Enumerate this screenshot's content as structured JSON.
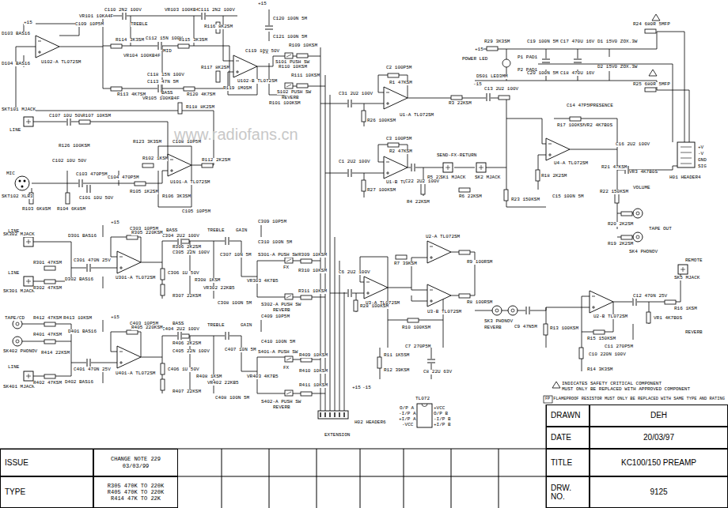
{
  "diagram": {
    "nodes": [
      {
        "text": [
          "DRAWN"
        ]
      },
      {
        "text": [
          "DEH"
        ]
      },
      {
        "text": [
          "DATE"
        ]
      },
      {
        "text": [
          "20/03/97"
        ]
      },
      {
        "text": [
          "ISSUE"
        ]
      },
      {
        "text": [
          "CHANGE NOTE 229 03/03/99"
        ]
      },
      {
        "text": [
          "TITLE"
        ]
      },
      {
        "text": [
          "KC100/150 PREAMP"
        ]
      },
      {
        "text": [
          "TYPE"
        ]
      },
      {
        "text": [
          "R305 470K TO 220K R405 470K TO 220K R414 47K TO 22K"
        ]
      },
      {
        "text": [
          "DRW. NO."
        ]
      },
      {
        "text": [
          "9125"
        ]
      }
    ],
    "labels": [
      "+15",
      "D103 BAS16",
      "VR101 10KA4F",
      "C109 10P5M",
      "D104 BAS16",
      "U102-A TL072SM",
      "C110 2N2 100V",
      "TREBLE",
      "VR103 100KB4F",
      "C111 2N2 100V",
      "R114 3K3SM",
      "C112 15N 100V",
      "R115 3K3SM",
      "R116 8K2SM",
      "VR104 100KB4F",
      "MID",
      "R117 8K2SM",
      "C118 15N 100V",
      "C113 47N 5M",
      "R113 4K7SM",
      "BASS",
      "R120 4K7SM",
      "VR105 100KB4F",
      "R118 8K2SM",
      "U102-B TL072SM",
      "R119 1M0SM",
      "C119 10U 50V",
      "+15",
      "C120 100N 5M",
      "C121 100N 5M",
      "R109 10KSM",
      "FX",
      "S101 PUSH SW",
      "R110 10KSM",
      "R111 10KSM",
      "S102 PUSH SW",
      "REVERB",
      "R101 100KSM",
      "SKT101 MJACK",
      "LINE",
      "C107 10U 50V",
      "R107 10KSM",
      "R126 100KSM",
      "R123 3K3SM",
      "C108 10P5M",
      "C102 10U 50V",
      "R102 1KSM",
      "SKT102 XLR3",
      "R112 2K2SM",
      "MIC",
      "C103 470P5M",
      "C104 470P5M",
      "U101-A TL072SM",
      "C101 10U 50V",
      "R105 1K2SM",
      "R106 3K3SM",
      "R103 6K8SM",
      "R104 6K8SM",
      "C105 10P5M",
      "+15",
      "C303 10P5M",
      "BASS",
      "C304 2U2 100V",
      "TREBLE",
      "GAIN",
      "C309 10P5M",
      "LINE",
      "SK302 MJACK",
      "D301 BAS16",
      "C310 100N 5M",
      "C301 470N 25V",
      "R305 220KSM",
      "R306 2K2SM",
      "C305 22N 100V",
      "C307 10N 5M",
      "S301-A PUSH SW",
      "R309 10KSM",
      "R301 47KSM",
      "FX",
      "R310 10KSM",
      "U301-A TL072SM",
      "C306 1U 50V",
      "R308 1KSM",
      "VR302 22KB5",
      "VR303 4K7B5",
      "D302 BAS16",
      "LINE",
      "SK301 MJACK",
      "R311 10KSM",
      "R307 22KSM",
      "C308 100N 5M",
      "S302-A PUSH SW",
      "R302 47KSM",
      "REVERB",
      "R412 47KSM",
      "R413 10KSM",
      "TAPE/CD",
      "SK402 PHONOV",
      "+15",
      "C403 10P5M",
      "BASS",
      "TREBLE",
      "GAIN",
      "C409 10P5M",
      "D401 BAS16",
      "C404 2U2 100V",
      "R401 47KSM",
      "R405 220KSM",
      "R406 2K2SM",
      "C410 100N 5M",
      "C405 22N 100V",
      "C407 10N 5M",
      "R414 22KSM",
      "S401-A PUSH SW",
      "R409 10KSM",
      "FX",
      "C401 470N 25V",
      "C406 1U 50V",
      "R410 10KSM",
      "U401-A TL072SM",
      "VR403 4K7B5",
      "R408 1KSM",
      "LINE",
      "D402 BAS16",
      "VR402 22KB5",
      "SK401 MJACK",
      "R411 10KSM",
      "R402 47KSM",
      "R407 22KSM",
      "C408 100N 5M",
      "S402-A PUSH SW",
      "REVERB",
      "C2 100P5M",
      "R1 47KSM",
      "C31 2U2 100V",
      "U1-A TL072SM",
      "R26 100KSM",
      "R3 22KSM",
      "C3 100P5M",
      "R2 47KSM",
      "SEND-FX-RETURN",
      "C1 2U2 100V",
      "R5 22KSM",
      "U1-B TL072SM",
      "C22 2U2 100V",
      "SK1 MJACK",
      "SK2 MJACK",
      "R27 100KSM",
      "R6 22KSM",
      "R4 22KSM",
      "U2-A TL072SM",
      "R7 39KSM",
      "R9 100RSM",
      "C6 2U2 100V",
      "U3-B TL072SM",
      "U3-A TL072SM",
      "R28 100KSM",
      "R8 100RSM",
      "R10 100KSM",
      "C7 270P5M",
      "R11 1K5SM",
      "R12 39KSM",
      "C8 22U 63V",
      "SK3 PHONOV",
      "REVERB",
      "C9 47N5M",
      "R13 100KSM",
      "+15",
      "-15",
      "H02 HEADER6",
      "EXTENSION",
      "TL072",
      "O/P A",
      "-I/P A",
      "+I/P A",
      "-VCC",
      "+VCC",
      "O/P B",
      "-I/P B",
      "+I/P B",
      "R29 3K3SM",
      "+15",
      "C19 100N 5M",
      "C17 470U 16V",
      "D1 15V0 ZOX.3W",
      "R24 680R 5MFP",
      "POWER LED",
      "P1 PAD1",
      "P2 PAD1",
      "DS01 LED3MM",
      "-15",
      "C20 100N 5M",
      "C18 470U 16V",
      "D2 15V0 ZOX.3W",
      "R25 680R 5MFP",
      "C14 47P5M",
      "PRESENCE",
      "C13 2U2 100V",
      "R17 100KSM",
      "VR2 4K7B0S",
      "C16 2U2 100V",
      "+V",
      "-V",
      "GND",
      "SIG",
      "U4-A TL072SM",
      "R21 47KSM",
      "VR3 4K7B0S",
      "R18 2K2SM",
      "VOLUME",
      "H01 HEADER4",
      "C15 100N 5M",
      "R22 150KSM",
      "R23 150KSM",
      "R20 2K2SM",
      "TAPE OUT",
      "R19 2K2SM",
      "SK4 PHONOV",
      "REMOTE",
      "SK5 MJACK",
      "C12 470N 25V",
      "U2-B TL072SM",
      "R16 1KSM",
      "R15 150KSM",
      "VR1 4K7B0S",
      "REVERB",
      "C11 270P5M",
      "C10 220N 100V",
      "R14 3K3SM",
      "INDICATES SAFETY CRITICAL COMPONENT",
      "MUST ONLY BE REPLACED WITH APPROVED COMPONENT",
      "FP",
      "FLAMEPROOF RESISTOR MUST ONLY BE REPLACED WITH SAME TYPE AND RATING",
      "www.radiofans.cn"
    ]
  }
}
